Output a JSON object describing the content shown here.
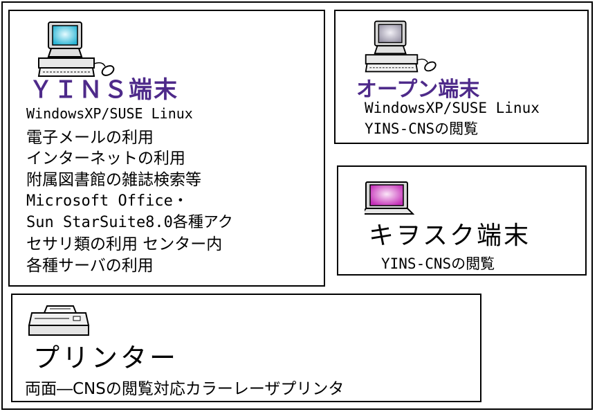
{
  "yins": {
    "title": "ＹＩＮＳ端末",
    "lines": [
      "WindowsXP/SUSE Linux",
      "電子メールの利用",
      "インターネットの利用",
      "附属図書館の雑誌検索等",
      "Microsoft Office・",
      "Sun StarSuite8.0各種アク",
      "セサリ類の利用 センター内",
      "各種サーバの利用"
    ]
  },
  "open": {
    "title": "オープン端末",
    "lines": [
      "WindowsXP/SUSE Linux",
      "YINS-CNSの閲覧"
    ]
  },
  "kiosk": {
    "title": "キヲスク端末",
    "lines": [
      "YINS-CNSの閲覧"
    ]
  },
  "printer": {
    "title": "プリンター",
    "desc": "両面―CNSの閲覧対応カラーレーザプリンタ"
  },
  "colors": {
    "title_purple": "#4e2a8a",
    "screen_cyan": "#2ab4d4",
    "screen_gray": "#9a96a8",
    "screen_magenta": "#c42fb8"
  },
  "icons": {
    "yins": "desktop-computer-icon",
    "open": "desktop-computer-icon",
    "kiosk": "monitor-icon",
    "printer": "printer-icon"
  }
}
